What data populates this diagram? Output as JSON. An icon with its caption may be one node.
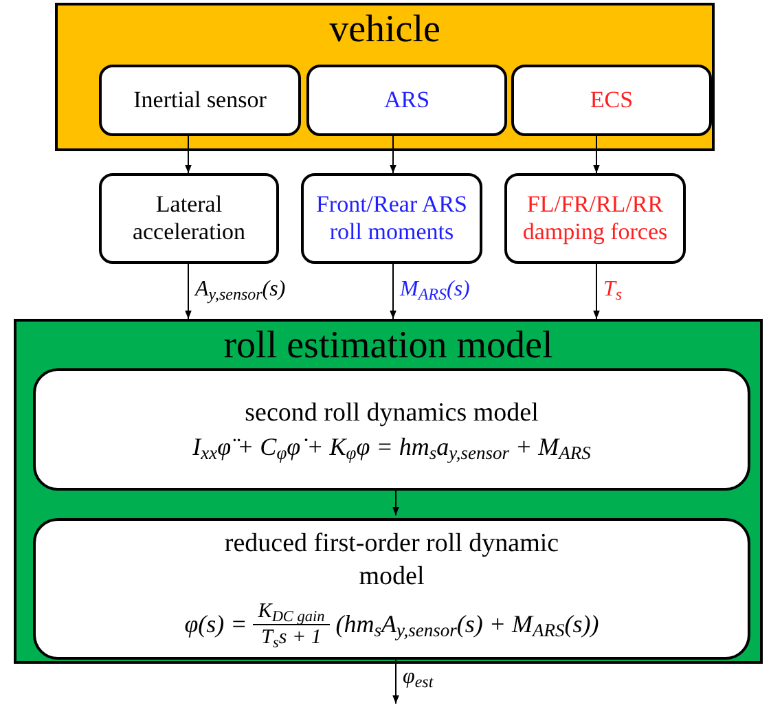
{
  "diagram": {
    "nodes": [
      {
        "text": [
          "vehicle"
        ]
      },
      {
        "text": [
          "Inertial sensor"
        ],
        "in": 0
      },
      {
        "text": [
          "ARS"
        ],
        "in": 0
      },
      {
        "text": [
          "ECS"
        ],
        "in": 0
      },
      {
        "text": [
          "Lateral acceleration"
        ]
      },
      {
        "text": [
          "Front/Rear ARS roll moments"
        ]
      },
      {
        "text": [
          "FL/FR/RL/RR damping forces"
        ]
      },
      {
        "text": [
          "roll estimation model"
        ]
      },
      {
        "text": [
          "second roll dynamics model",
          "I$_{xx}$φ̈ + C$_{φ}$φ̇ + K$_{φ}$φ = hm$_{s}$a$_{y,sensor}$ + M$_{ARS}$"
        ],
        "in": 7
      },
      {
        "text": [
          "reduced first-order roll dynamic model",
          "φ(s) =",
          "K$_{DC gain}$",
          "T$_{s}$s + 1",
          "(hm$_{s}$A$_{y,sensor}$(s) + M$_{ARS}$(s))"
        ],
        "in": 7
      }
    ],
    "edges": [
      {
        "from": 1,
        "to": 4,
        "arrow": "to"
      },
      {
        "from": 2,
        "to": 5,
        "arrow": "to"
      },
      {
        "from": 3,
        "to": 6,
        "arrow": "to"
      },
      {
        "from": 4,
        "to": 7,
        "arrow": "to",
        "label": "A$_{y,sensor}$(s)"
      },
      {
        "from": 5,
        "to": 7,
        "arrow": "to",
        "label": "M$_{ARS}$(s)"
      },
      {
        "from": 6,
        "to": 7,
        "arrow": "to",
        "label": "T$_{s}$"
      },
      {
        "from": 8,
        "to": 9,
        "arrow": "to"
      },
      {
        "from": 9,
        "to": null,
        "arrow": "to",
        "label": "φ$_{est}$"
      }
    ]
  }
}
